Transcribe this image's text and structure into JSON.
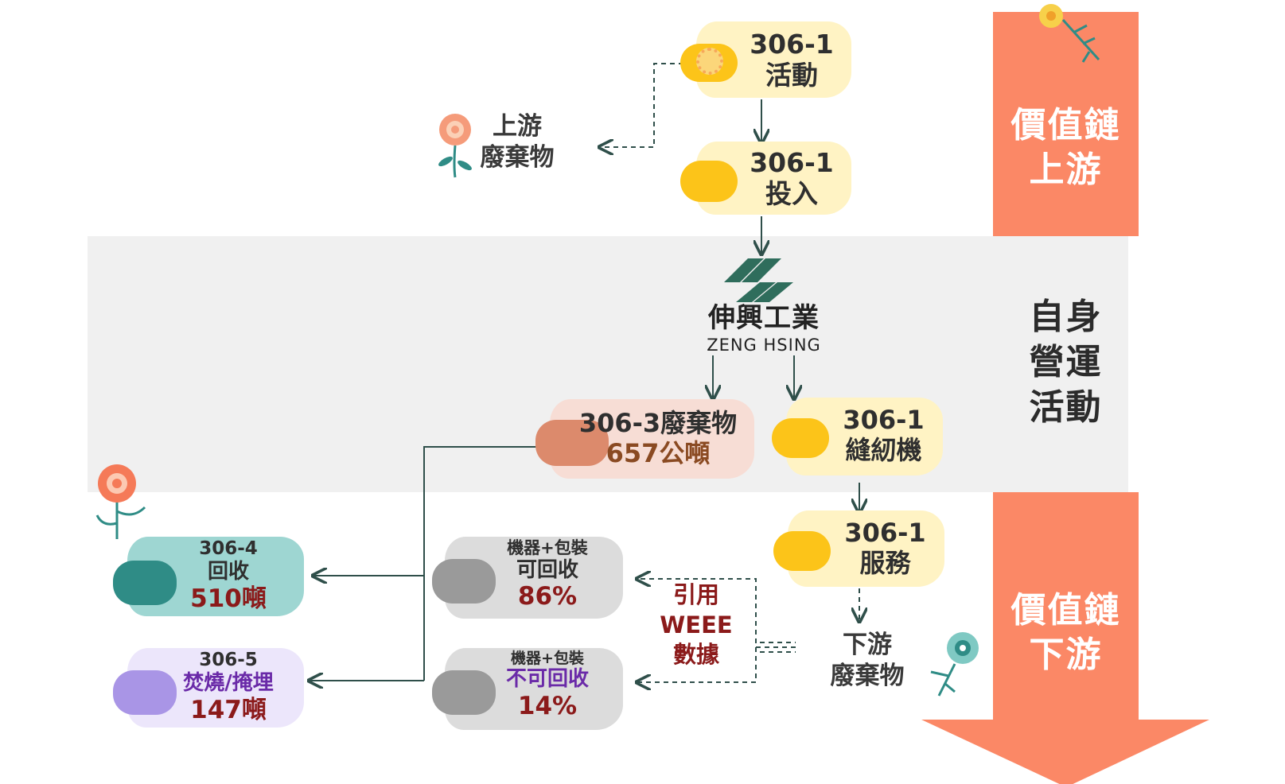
{
  "colors": {
    "orange_arrow": "#fb8866",
    "band": "#f0f0f0",
    "yellow_bg": "#fff3c4",
    "yellow_pill": "#fcc419",
    "teal": "#2f8c86",
    "teal_bg": "#9ed6d2",
    "purple_pill": "#a995e6",
    "purple_bg": "#ece6fb",
    "gray_bg": "#dcdcdc",
    "gray_pill": "#9a9a9a",
    "salmon_bg": "#f7ddd5",
    "salmon_pill": "#dc8a6c",
    "logo": "#2f6d5c"
  },
  "arrow_side": {
    "upstream": "價值鏈\n上游",
    "self_ops": "自身\n營運\n活動",
    "downstream": "價值鏈\n下游"
  },
  "nodes": {
    "activity": {
      "code": "306-1",
      "label": "活動"
    },
    "input": {
      "code": "306-1",
      "label": "投入"
    },
    "sewing": {
      "code": "306-1",
      "label": "縫紉機"
    },
    "service": {
      "code": "306-1",
      "label": "服務"
    },
    "waste": {
      "title": "306-3廢棄物",
      "value": "657公噸"
    },
    "recycle": {
      "code": "306-4",
      "label": "回收",
      "value": "510噸"
    },
    "incinerate": {
      "code": "306-5",
      "label": "焚燒/掩埋",
      "value": "147噸"
    },
    "recyclable": {
      "top": "機器+包裝",
      "label": "可回收",
      "value": "86%"
    },
    "non_recyclable": {
      "top": "機器+包裝",
      "label": "不可回收",
      "value": "14%"
    }
  },
  "labels": {
    "upstream_waste": "上游\n廢棄物",
    "downstream_waste": "下游\n廢棄物",
    "weee": "引用\nWEEE\n數據"
  },
  "logo": {
    "name_cn": "伸興工業",
    "name_en": "ZENG HSING"
  },
  "icons": [
    "flower-icon",
    "leaf-sprig-icon",
    "company-logo-icon"
  ]
}
